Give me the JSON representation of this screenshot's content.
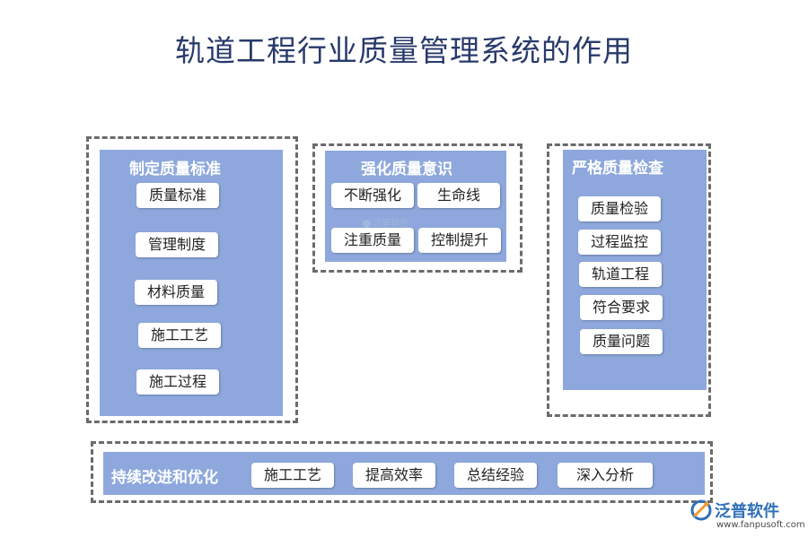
{
  "title": "轨道工程行业质量管理系统的作用",
  "colors": {
    "panel_fill": "#8ea8dd",
    "dash_border": "#6b6b6b",
    "title_text": "#283a6b",
    "chip_fill": "#ffffff",
    "logo_blue": "#2f6fb8",
    "logo_orange": "#f29a2e"
  },
  "sections": {
    "standards": {
      "title": "制定质量标准",
      "items": [
        "质量标准",
        "管理制度",
        "材料质量",
        "施工工艺",
        "施工过程"
      ]
    },
    "awareness": {
      "title": "强化质量意识",
      "items": [
        "不断强化",
        "生命线",
        "注重质量",
        "控制提升"
      ]
    },
    "inspection": {
      "title": "严格质量检查",
      "items": [
        "质量检验",
        "过程监控",
        "轨道工程",
        "符合要求",
        "质量问题"
      ]
    },
    "improvement": {
      "title": "持续改进和优化",
      "items": [
        "施工工艺",
        "提高效率",
        "总结经验",
        "深入分析"
      ]
    }
  },
  "watermark": {
    "text": "泛普软件",
    "icon": "fanpu-logo-icon"
  },
  "logo": {
    "name": "泛普软件",
    "url": "www.fanpusoft.com",
    "icon": "fanpu-logo-icon"
  }
}
